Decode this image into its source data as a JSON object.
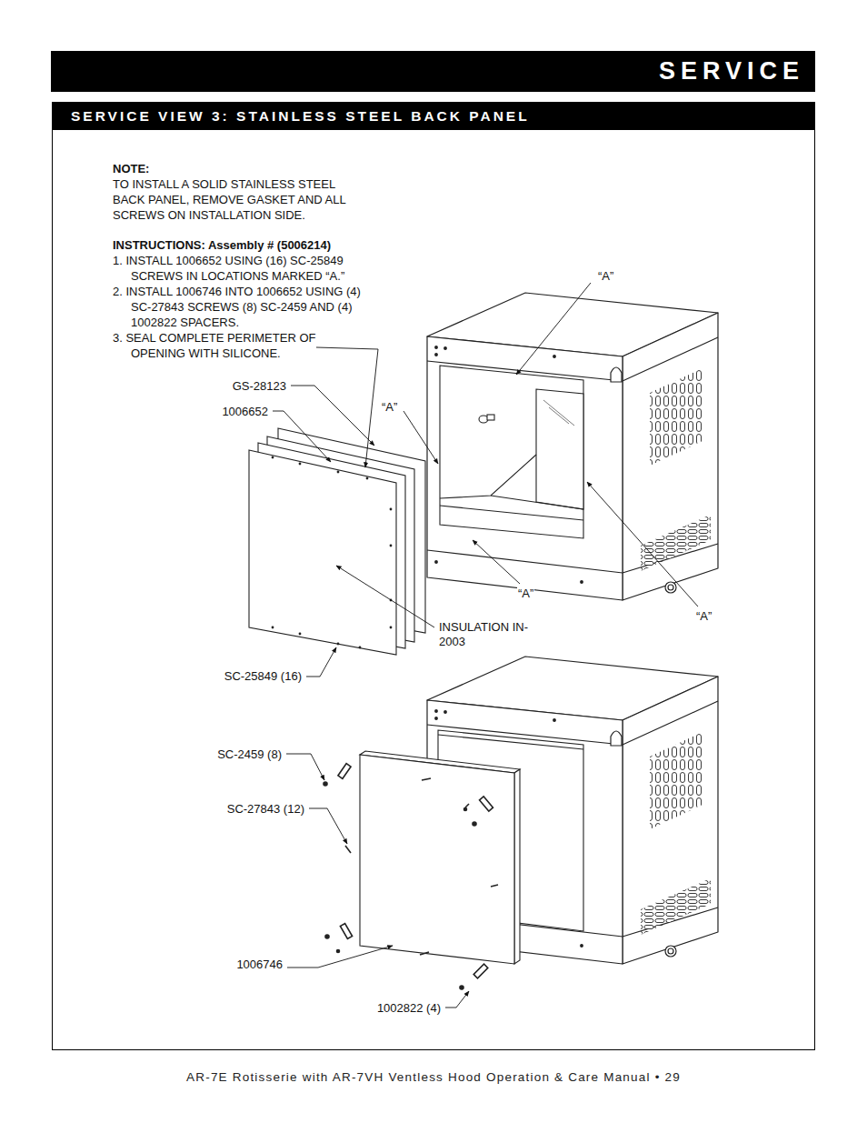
{
  "diagram": {
    "title": "SERVICE",
    "caption": "AR-7E Rotisserie with AR-7VH Ventless Hood Operation & Care Manual • 29",
    "nodes": [
      {
        "text": [
          "SERVICE VIEW 3: STAINLESS STEEL BACK PANEL"
        ]
      }
    ],
    "labels": [
      "NOTE:",
      "TO INSTALL A SOLID STAINLESS STEEL BACK PANEL, REMOVE GASKET AND ALL SCREWS ON INSTALLATION SIDE.",
      "INSTRUCTIONS: Assembly # (5006214)",
      "1. INSTALL 1006652 USING (16) SC-25849 SCREWS IN LOCATIONS MARKED “A.”",
      "2. INSTALL 1006746 INTO 1006652 USING (4) SC-27843 SCREWS (8) SC-2459 AND (4) 1002822 SPACERS.",
      "3. SEAL COMPLETE PERIMETER OF OPENING WITH SILICONE.",
      "“A”",
      "GS-28123",
      "1006652",
      "“A”",
      "“A”",
      "“A”",
      "INSULATION IN-2003",
      "SC-25849 (16)",
      "SC-2459 (8)",
      "SC-27843 (12)",
      "1006746",
      "1002822 (4)"
    ]
  }
}
